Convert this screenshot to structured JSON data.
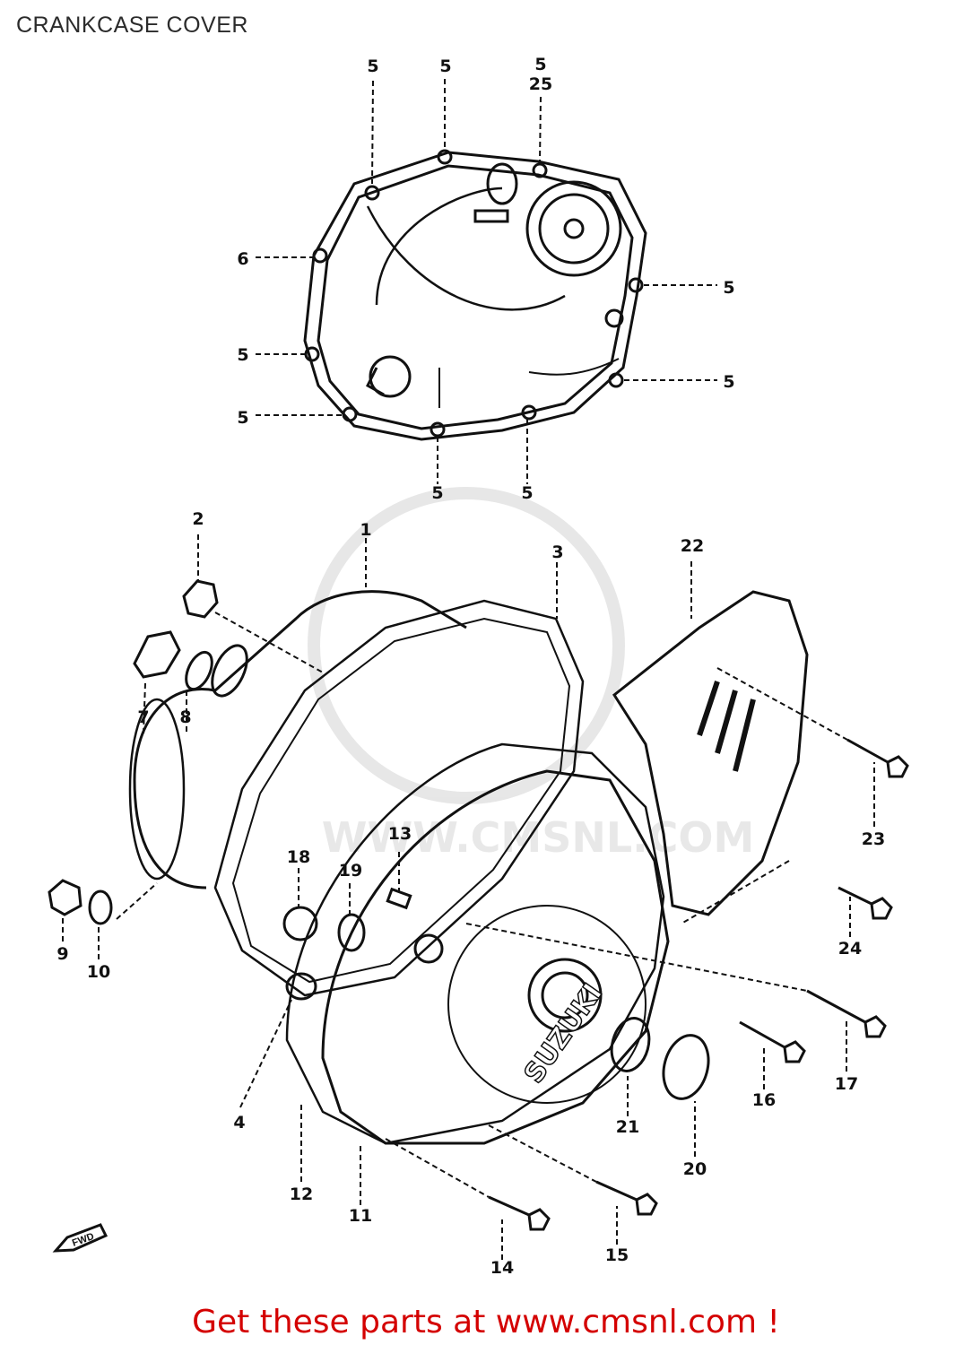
{
  "header": {
    "title": "CRANKCASE COVER"
  },
  "footer": {
    "link_text": "Get these parts at www.cmsnl.com !"
  },
  "watermark": {
    "text": "WWW.CMSNL.COM"
  },
  "diagram": {
    "brand_mark": "SUZUKI",
    "fwd_label": "FWD",
    "labels": [
      {
        "id": "5a",
        "text": "5"
      },
      {
        "id": "5b",
        "text": "5"
      },
      {
        "id": "5c",
        "text": "5"
      },
      {
        "id": "25",
        "text": "25"
      },
      {
        "id": "6",
        "text": "6"
      },
      {
        "id": "5d",
        "text": "5"
      },
      {
        "id": "5e",
        "text": "5"
      },
      {
        "id": "5f",
        "text": "5"
      },
      {
        "id": "5g",
        "text": "5"
      },
      {
        "id": "5h",
        "text": "5"
      },
      {
        "id": "5i",
        "text": "5"
      },
      {
        "id": "2",
        "text": "2"
      },
      {
        "id": "1",
        "text": "1"
      },
      {
        "id": "3",
        "text": "3"
      },
      {
        "id": "22",
        "text": "22"
      },
      {
        "id": "7",
        "text": "7"
      },
      {
        "id": "8",
        "text": "8"
      },
      {
        "id": "23",
        "text": "23"
      },
      {
        "id": "18",
        "text": "18"
      },
      {
        "id": "19",
        "text": "19"
      },
      {
        "id": "13",
        "text": "13"
      },
      {
        "id": "9",
        "text": "9"
      },
      {
        "id": "10",
        "text": "10"
      },
      {
        "id": "24",
        "text": "24"
      },
      {
        "id": "4",
        "text": "4"
      },
      {
        "id": "16",
        "text": "16"
      },
      {
        "id": "17",
        "text": "17"
      },
      {
        "id": "21",
        "text": "21"
      },
      {
        "id": "20",
        "text": "20"
      },
      {
        "id": "12",
        "text": "12"
      },
      {
        "id": "11",
        "text": "11"
      },
      {
        "id": "14",
        "text": "14"
      },
      {
        "id": "15",
        "text": "15"
      }
    ]
  }
}
